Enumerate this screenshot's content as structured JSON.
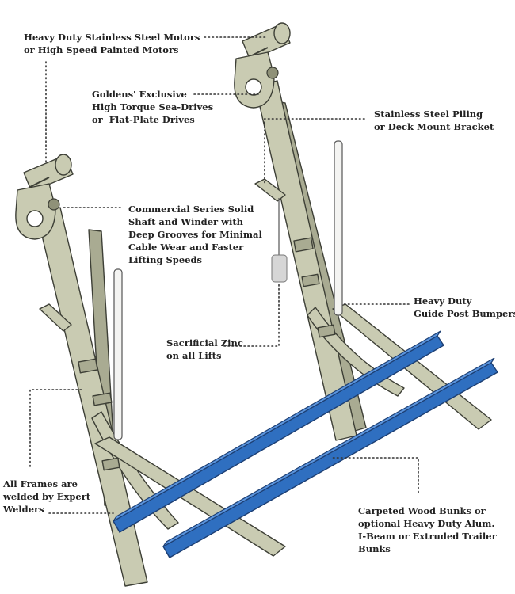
{
  "callouts": {
    "motors": "Heavy Duty Stainless Steel Motors\nor High Speed Painted Motors",
    "drives": "Goldens' Exclusive\nHigh Torque Sea-Drives\nor  Flat-Plate Drives",
    "piling": "Stainless Steel Piling\nor Deck Mount Bracket",
    "shaft": "Commercial Series Solid\nShaft and Winder with\nDeep Grooves for Minimal\nCable Wear and Faster\nLifting Speeds",
    "bumpers": "Heavy Duty\nGuide Post Bumpers",
    "zinc": "Sacrificial Zinc\non all Lifts",
    "frames": "All Frames are\nwelded by Expert\nWelders",
    "bunks": "Carpeted Wood Bunks or\noptional Heavy Duty Alum.\nI-Beam or Extruded Trailer\nBunks"
  },
  "colors": {
    "frame": "#c9cbb2",
    "frame_outline": "#3d3f36",
    "bunk": "#2f6fc0",
    "leader": "#333333",
    "zinc": "#d6d6d6"
  },
  "icons": {
    "motor": "motor-icon",
    "drive": "drive-wheel-icon",
    "zinc": "zinc-anode-icon"
  }
}
